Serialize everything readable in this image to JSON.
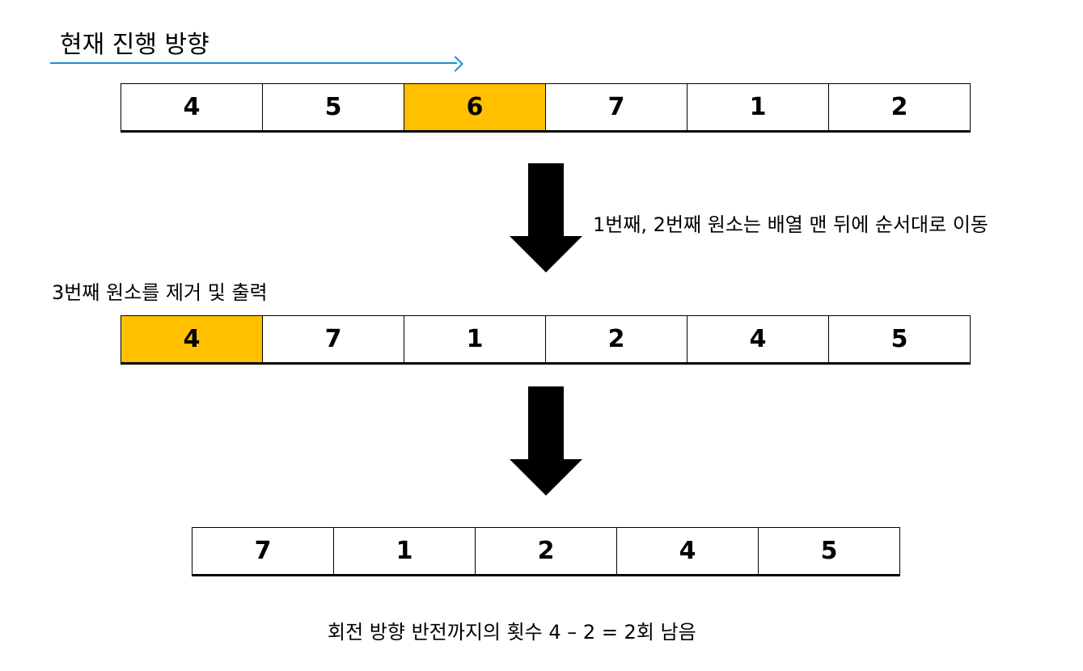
{
  "title": "현재 진행 방향",
  "colors": {
    "highlight": "#ffc000",
    "direction_arrow": "#1a8fd0",
    "down_arrow": "#000000"
  },
  "rows": [
    {
      "cells": [
        "4",
        "5",
        "6",
        "7",
        "1",
        "2"
      ],
      "highlight": 2
    },
    {
      "cells": [
        "4",
        "7",
        "1",
        "2",
        "4",
        "5"
      ],
      "highlight": 0
    },
    {
      "cells": [
        "7",
        "1",
        "2",
        "4",
        "5"
      ],
      "highlight": -1
    }
  ],
  "notes": {
    "move": "1번째, 2번째 원소는 배열 맨 뒤에 순서대로 이동",
    "remove": "3번째 원소를 제거 및 출력",
    "remaining": "회전 방향 반전까지의 횟수 4 – 2 = 2회 남음"
  }
}
